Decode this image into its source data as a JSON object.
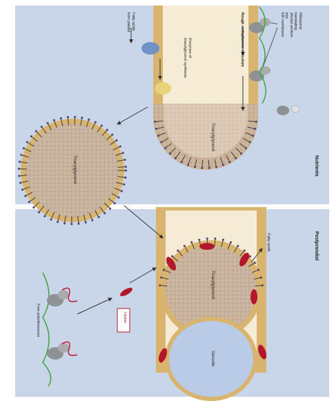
{
  "panels": {
    "left": {
      "title": "Nutrients"
    },
    "right": {
      "title": "Postprandial"
    }
  },
  "labels": {
    "er_membrane": "Rough endoplasmic reticulum",
    "er_tag_synthesis": "Enzymes of\ntriacylglycerol synthesis",
    "fatty_acids_from_plastid": "Fatty acids\nfrom plastid",
    "ribosome_translating": "Ribosome translating\noleosin protein into\nER membrane",
    "tag_budding": "Triacylglycerol",
    "tag_droplet": "Triacylglycerol",
    "tag_germination": "Triacylglycerol",
    "vacuole": "Vacuole",
    "fatty_acids_release": "Fatty acids",
    "lipase": "Lipase",
    "free_polyribosomes": "Free polyribosomes"
  },
  "colors": {
    "panel_bg": "#c9d5e8",
    "er_lumen": "#f6ebd5",
    "membrane": "#d9b46e",
    "tag_core": "#c9b39e",
    "oleosin": "#3a3a3a",
    "vacuole": "#b9cbe6",
    "lipase": "#b3172a",
    "mrna": "#3aa53a",
    "nascent_chain": "#c0182a",
    "ribosome": "#8f9294",
    "plastid_enzyme": "#6e93c4",
    "tag_enzyme": "#e7d37a"
  }
}
